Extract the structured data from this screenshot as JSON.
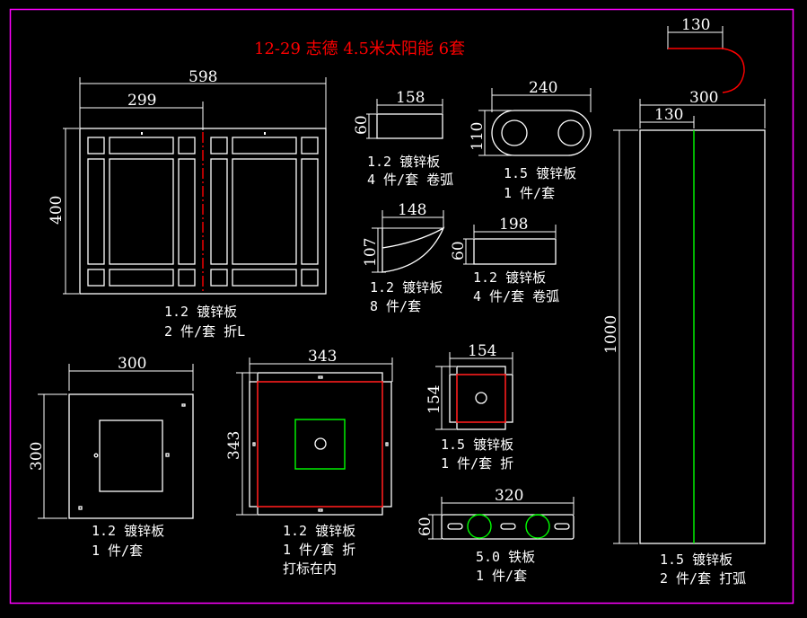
{
  "title": "12-29 志德 4.5米太阳能 6套",
  "colors": {
    "background": "#000000",
    "frame": "#ff00ff",
    "title": "#ff0000",
    "line": "#ffffff",
    "fold_line": "#ff0000",
    "marker": "#00ff00"
  },
  "parts": [
    {
      "id": "front-panel",
      "dims": {
        "width": "598",
        "half_width": "299",
        "height": "400"
      },
      "label_line1": "1.2 镀锌板",
      "label_line2": "2 件/套 折L"
    },
    {
      "id": "small-rect-158",
      "dims": {
        "width": "158",
        "height": "60"
      },
      "label_line1": "1.2 镀锌板",
      "label_line2": "4 件/套 卷弧"
    },
    {
      "id": "oval-plate-240",
      "dims": {
        "width": "240",
        "height": "110"
      },
      "label_line1": "1.5 镀锌板",
      "label_line2": "1 件/套"
    },
    {
      "id": "arc-plate-148",
      "dims": {
        "width": "148",
        "height": "107"
      },
      "label_line1": "1.2 镀锌板",
      "label_line2": "8 件/套"
    },
    {
      "id": "small-rect-198",
      "dims": {
        "width": "198",
        "height": "60"
      },
      "label_line1": "1.2 镀锌板",
      "label_line2": "4 件/套 卷弧"
    },
    {
      "id": "long-strip-1000",
      "dims": {
        "arc_width": "130",
        "width": "300",
        "half_width": "130",
        "height": "1000"
      },
      "label_line1": "1.5 镀锌板",
      "label_line2": "2 件/套 打弧"
    },
    {
      "id": "square-plate-300",
      "dims": {
        "width": "300",
        "height": "300"
      },
      "label_line1": "1.2 镀锌板",
      "label_line2": "1 件/套"
    },
    {
      "id": "square-plate-343",
      "dims": {
        "width": "343",
        "height": "343"
      },
      "label_line1": "1.2 镀锌板",
      "label_line2": "1 件/套 折",
      "label_line3": "打标在内"
    },
    {
      "id": "square-plate-154",
      "dims": {
        "width": "154",
        "height": "154"
      },
      "label_line1": "1.5 镀锌板",
      "label_line2": "1 件/套 折"
    },
    {
      "id": "iron-plate-320",
      "dims": {
        "width": "320",
        "height": "60"
      },
      "label_line1": "5.0 铁板",
      "label_line2": "1 件/套"
    }
  ]
}
